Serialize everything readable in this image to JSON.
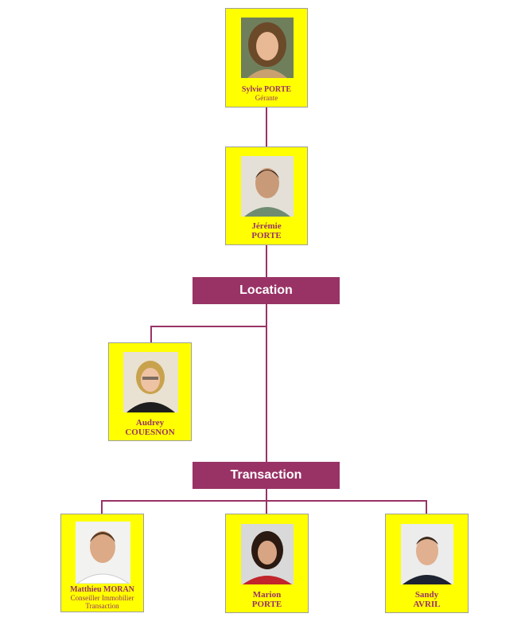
{
  "colors": {
    "card_bg": "#ffff00",
    "accent": "#993366",
    "dept_text": "#ffffff"
  },
  "people": {
    "sylvie": {
      "first": "Sylvie PORTE",
      "role": "Gérante"
    },
    "jeremie": {
      "first": "Jérémie",
      "last": "PORTE"
    },
    "audrey": {
      "first": "Audrey",
      "last": "COUESNON"
    },
    "matthieu": {
      "first": "Matthieu MORAN",
      "role1": "Conseiller Immobilier",
      "role2": "Transaction"
    },
    "marion": {
      "first": "Marion",
      "last": "PORTE"
    },
    "sandy": {
      "first": "Sandy",
      "last": "AVRIL"
    }
  },
  "departments": {
    "location": "Location",
    "transaction": "Transaction"
  }
}
